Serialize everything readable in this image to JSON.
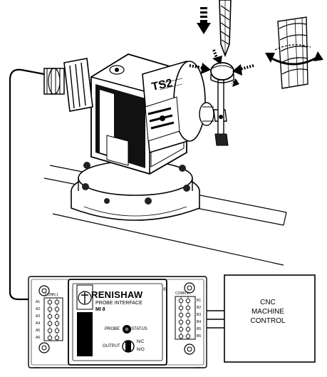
{
  "diagram": {
    "probe_label": "TS2",
    "interface": {
      "brand": "RENISHAW",
      "brand_mark": "®",
      "subtitle": "PROBE INTERFACE",
      "model": "MI 8",
      "probe_label": "PROBE",
      "status_label": "STATUS",
      "output_label": "OUTPUT",
      "nc_label": "N/C",
      "no_label": "N/O",
      "conn_left_label": "CONN 1",
      "conn_right_label": "CONN 2",
      "left_terminals": [
        "A1",
        "A2",
        "A3",
        "A4",
        "A5",
        "A6"
      ],
      "right_terminals": [
        "B1",
        "B2",
        "B3",
        "B4",
        "B5",
        "B6"
      ]
    },
    "cnc_box": {
      "lines": [
        "CNC",
        "MACHINE",
        "CONTROL"
      ]
    }
  }
}
